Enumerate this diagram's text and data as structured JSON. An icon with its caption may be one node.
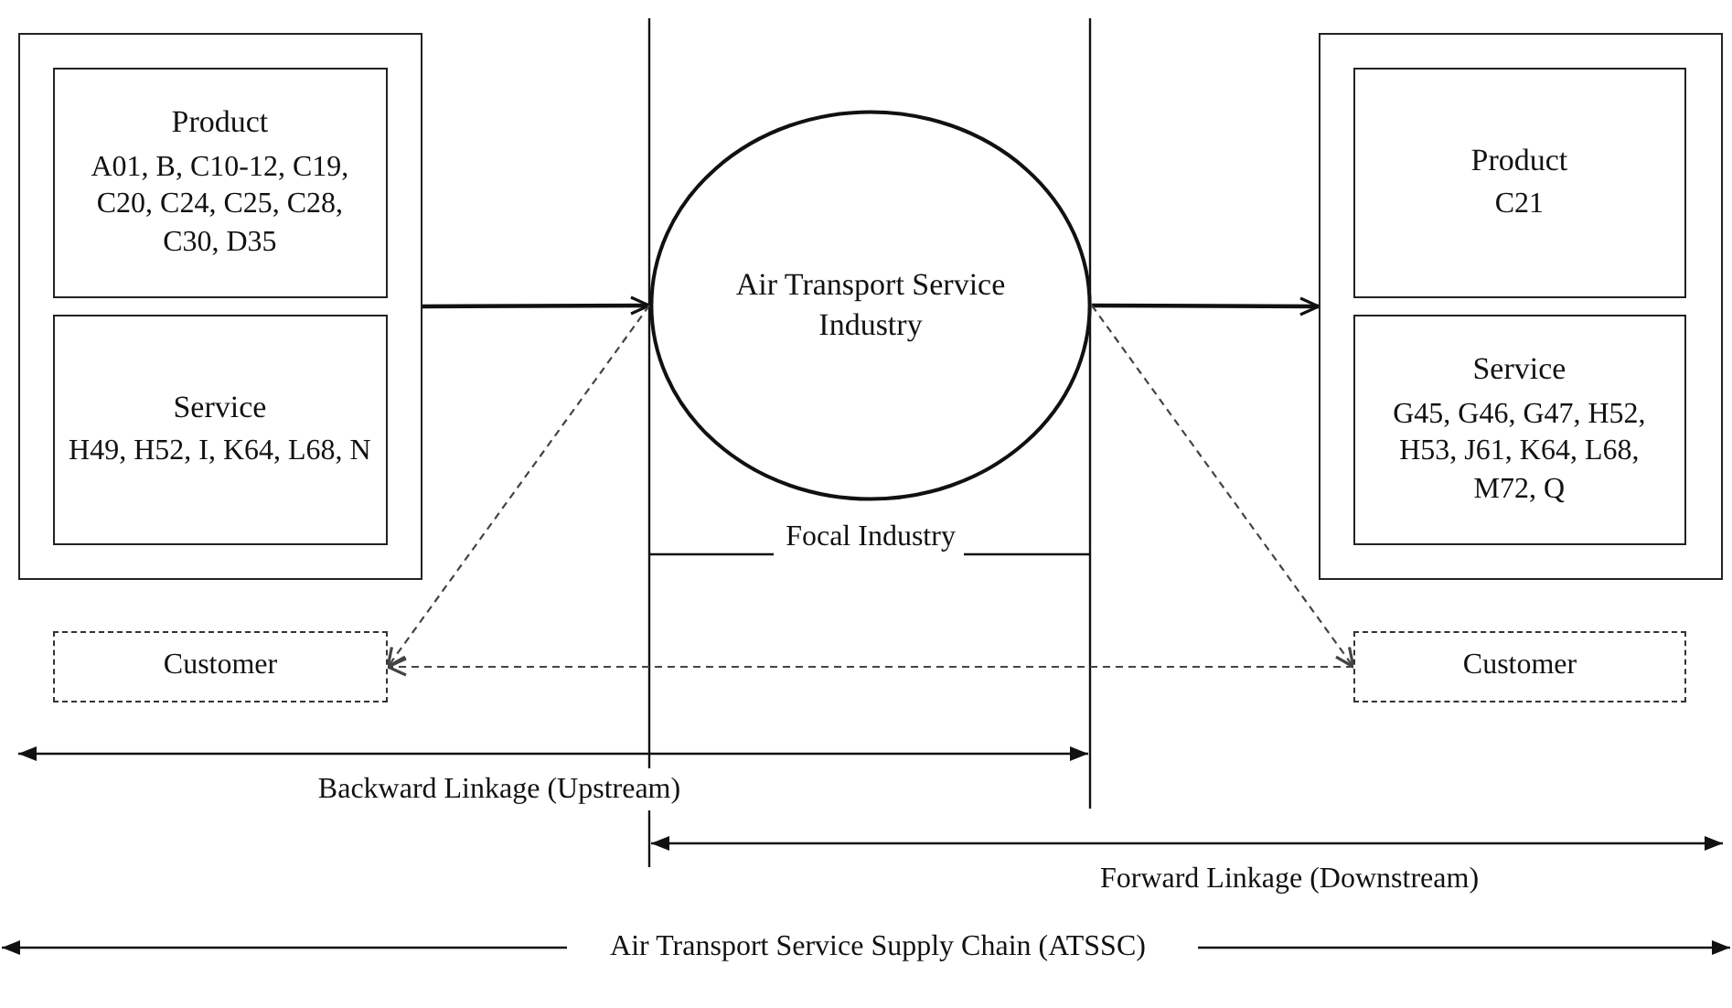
{
  "diagram": {
    "nodes": [
      {
        "text": [],
        "shape": "box"
      },
      {
        "text": [
          "Product",
          "A01, B, C10-12, C19, C20, C24, C25, C28, C30, D35"
        ],
        "in": 0
      },
      {
        "text": [
          "Service",
          "H49, H52, I, K64, L68, N"
        ],
        "in": 0
      },
      {
        "text": [
          "Air Transport Service Industry"
        ],
        "beside": [
          "Focal Industry"
        ]
      },
      {
        "text": [],
        "shape": "box"
      },
      {
        "text": [
          "Product",
          "C21"
        ],
        "in": 4
      },
      {
        "text": [
          "Service",
          "G45, G46, G47, H52, H53, J61, K64, L68, M72, Q"
        ],
        "in": 4
      },
      {
        "text": [
          "Customer"
        ]
      },
      {
        "text": [
          "Customer"
        ]
      }
    ],
    "edges": [
      {
        "from": 0,
        "to": 3,
        "arrow": "to"
      },
      {
        "from": 3,
        "to": 4,
        "arrow": "to"
      },
      {
        "from": 3,
        "to": 7,
        "arrow": "to",
        "style": "dashed"
      },
      {
        "from": 3,
        "to": 8,
        "arrow": "to",
        "style": "dashed"
      },
      {
        "from": 8,
        "to": 7,
        "arrow": "to",
        "style": "dashed"
      }
    ],
    "labels": [
      "Backward Linkage (Upstream)",
      "Forward Linkage (Downstream)",
      "Air Transport Service Supply Chain (ATSSC)"
    ]
  }
}
